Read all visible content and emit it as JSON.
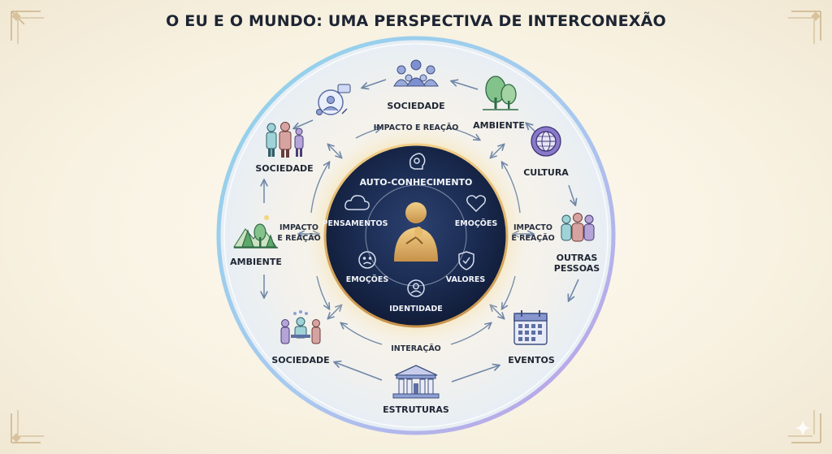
{
  "title": "O EU E O MUNDO: UMA PERSPECTIVA DE INTERCONEXÃO",
  "center": {
    "heading": "AUTO-CONHECIMENTO",
    "items": {
      "pensamentos": "PENSAMENTOS",
      "emocoes_right": "EMOÇÕES",
      "emocoes_left": "EMOÇÕES",
      "valores": "VALORES",
      "identidade": "IDENTIDADE"
    }
  },
  "outer_nodes": {
    "sociedade_top": "SOCIEDADE",
    "ambiente_top": "AMBIENTE",
    "cultura": "CULTURA",
    "outras_pessoas": [
      "OUTRAS",
      "PESSOAS"
    ],
    "eventos": "EVENTOS",
    "estruturas": "ESTRUTURAS",
    "sociedade_bottom": "SOCIEDADE",
    "ambiente_left": "AMBIENTE",
    "sociedade_left": "SOCIEDADE"
  },
  "ring_labels": {
    "top": "IMPACTO E REAÇÃO",
    "left": [
      "IMPACTO",
      "E REAÇÃO"
    ],
    "right": [
      "IMPACTO",
      "E REAÇÃO"
    ],
    "bottom": "INTERAÇÃO"
  },
  "icons": {
    "sociedade_top": "group-of-people-icon",
    "ambiente_top": "trees-icon",
    "cultura": "globe-gear-icon",
    "outras_pessoas": "three-people-icon",
    "eventos": "calendar-icon",
    "estruturas": "building-icon",
    "sociedade_bottom": "people-meeting-icon",
    "ambiente_left": "trees-mountain-icon",
    "sociedade_left": "family-icon",
    "communication": "chat-people-icon",
    "pensamentos": "cloud-icon",
    "emocoes_right": "heart-icon",
    "emocoes_left": "sad-face-icon",
    "valores": "shield-check-icon",
    "identidade": "person-circle-icon",
    "auto_conhecimento": "head-idea-icon",
    "central_person": "thinking-person-icon"
  },
  "colors": {
    "title": "#1d2433",
    "inner_core": "#1a2a4c",
    "glow": "#f2c96b",
    "gold": "#d8ab5a",
    "ring_blue": "#8ecfe8",
    "ring_purple": "#b99be6",
    "arrow": "#6f86a6"
  }
}
